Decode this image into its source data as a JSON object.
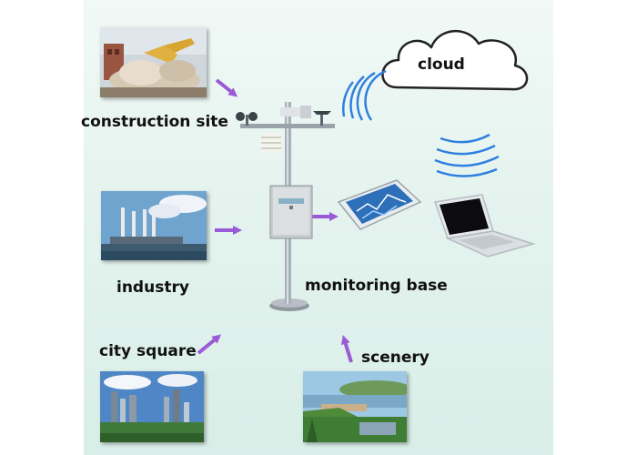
{
  "labels": {
    "construction": "construction site",
    "industry": "industry",
    "city": "city square",
    "scenery": "scenery",
    "monitoring": "monitoring base",
    "cloud": "cloud"
  },
  "colors": {
    "arrow": "#9a5ad8",
    "signal": "#2f7fe0",
    "panel": "#e4f3ee"
  },
  "icons": [
    "construction-photo",
    "industry-photo",
    "city-photo",
    "scenery-photo",
    "weather-station",
    "tablet-icon",
    "laptop-icon",
    "cloud-icon",
    "wifi-signal-icon"
  ]
}
